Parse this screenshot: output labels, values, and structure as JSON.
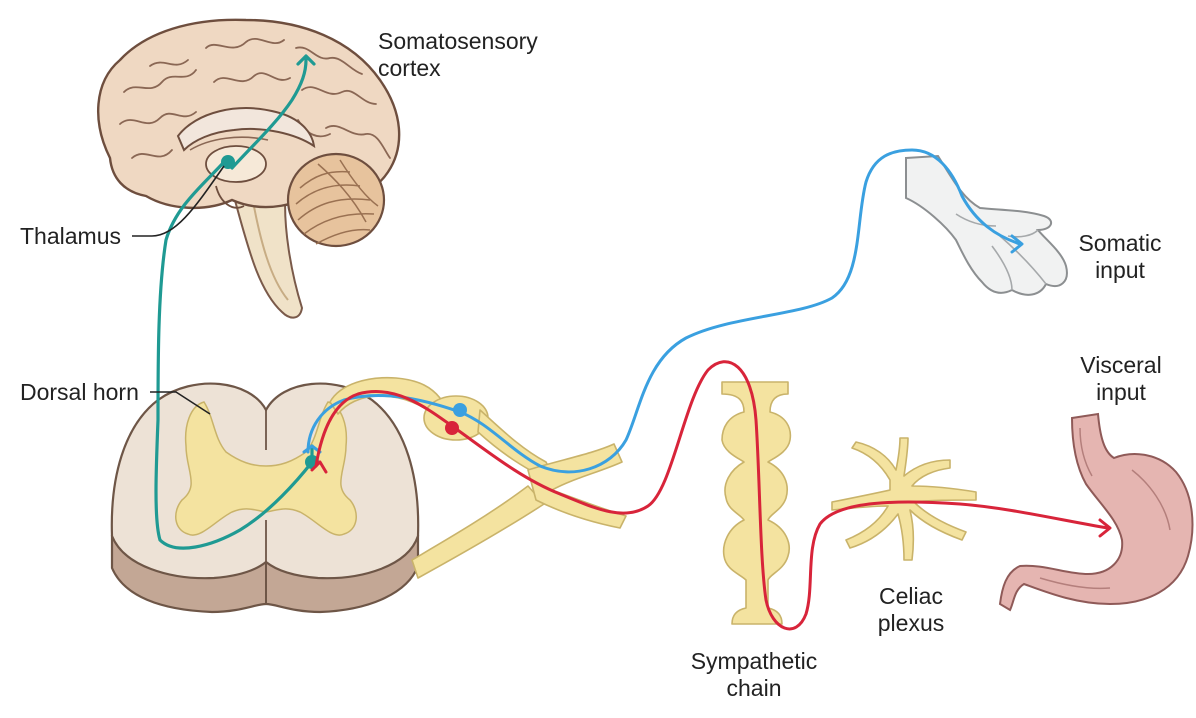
{
  "labels": {
    "somatosensory_cortex": [
      "Somatosensory",
      "cortex"
    ],
    "thalamus": "Thalamus",
    "somatic_input": [
      "Somatic",
      "input"
    ],
    "dorsal_horn": "Dorsal horn",
    "visceral_input": [
      "Visceral",
      "input"
    ],
    "celiac_plexus": [
      "Celiac",
      "plexus"
    ],
    "sympathetic_chain": [
      "Sympathetic",
      "chain"
    ]
  },
  "colors": {
    "somatosensory_pathway": "#1f9a93",
    "somatic_afferent": "#3aa0e0",
    "visceral_afferent": "#d8243a",
    "neural_tissue": "#f4e3a0",
    "spinal_cord_white_matter": "#ede2d6",
    "brain_tissue": "#efd8c2",
    "cerebellum": "#e7c39d",
    "stomach": "#e5b5b1",
    "hand": "#f1f2f2"
  },
  "icons": [
    "brain-illustration",
    "spinal-cord-cross-section",
    "hand-illustration",
    "stomach-illustration",
    "sympathetic-chain-illustration",
    "celiac-plexus-illustration"
  ]
}
